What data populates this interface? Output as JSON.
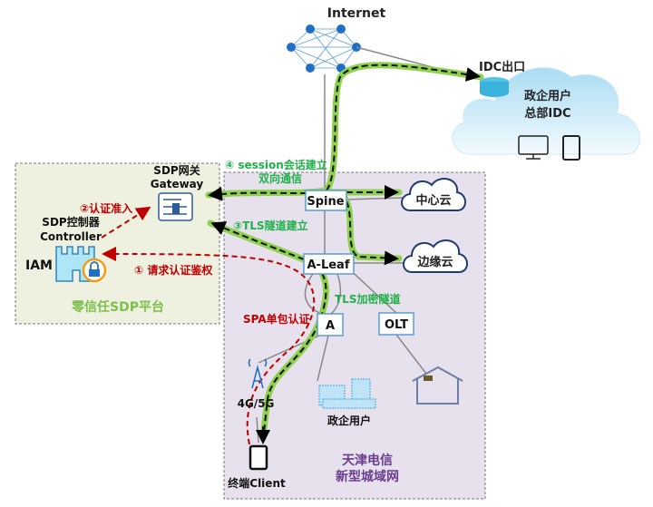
{
  "internet": {
    "label": "Internet"
  },
  "idc": {
    "exit_label": "IDC出口",
    "title_line1": "政企用户",
    "title_line2": "总部IDC"
  },
  "sdp_platform": {
    "title": "零信任SDP平台",
    "gateway_line1": "SDP网关",
    "gateway_line2": "Gateway",
    "controller_line1": "SDP控制器",
    "controller_line2": "Controller",
    "iam": "IAM"
  },
  "metro": {
    "title_line1": "天津电信",
    "title_line2": "新型城域网",
    "spine": "Spine",
    "a_leaf": "A-Leaf",
    "a": "A",
    "olt": "OLT",
    "center_cloud": "中心云",
    "edge_cloud": "边缘云",
    "enterprise_user": "政企用户",
    "mobile": "4G/5G",
    "client": "终端Client"
  },
  "steps": {
    "step1": "① 请求认证鉴权",
    "step2": "②认证准入",
    "step3": "③TLS隧道建立",
    "step4_line1": "④ session会话建立",
    "step4_line2": "双向通信",
    "tls_tunnel": "TLS加密隧道",
    "spa": "SPA单包认证"
  },
  "colors": {
    "green": "#22b04b",
    "red": "#c00000",
    "purple": "#6a3d8f",
    "path": "#8fd14f",
    "node_blue": "#1f6fc5"
  }
}
